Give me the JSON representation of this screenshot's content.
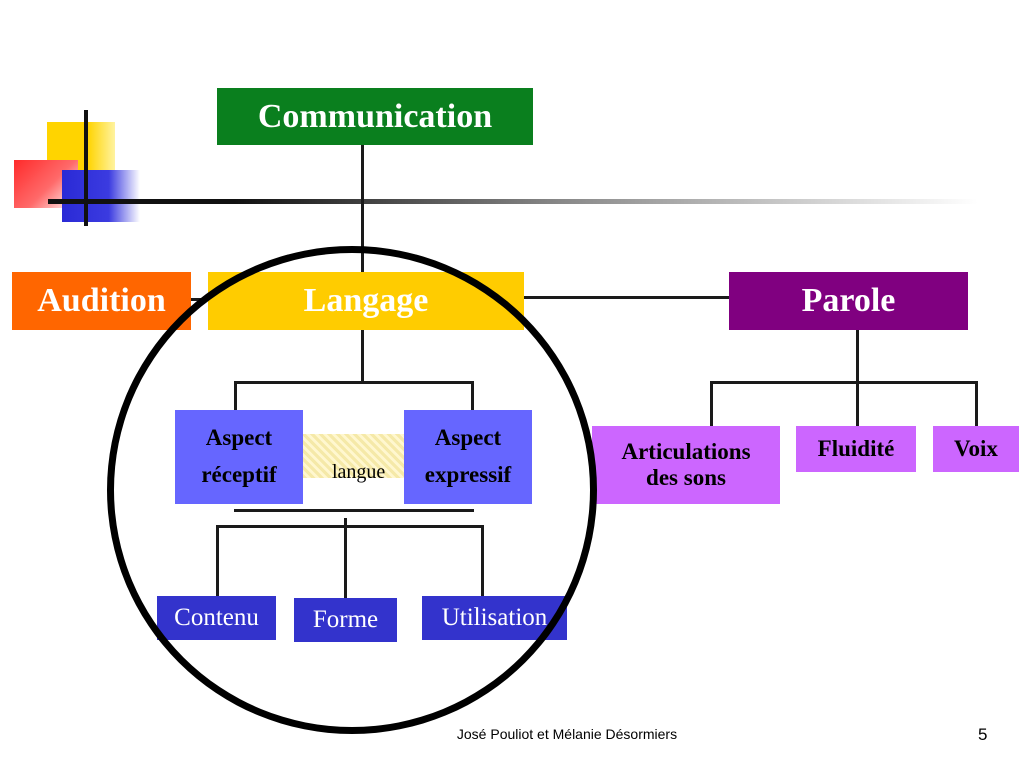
{
  "diagram": {
    "root": "Communication",
    "level1": {
      "audition": "Audition",
      "langage": "Langage",
      "parole": "Parole"
    },
    "langage_children": {
      "receptif_line1": "Aspect",
      "receptif_line2": "réceptif",
      "expressif_line1": "Aspect",
      "expressif_line2": "expressif",
      "langue": "langue"
    },
    "langue_children": [
      "Contenu",
      "Forme",
      "Utilisation"
    ],
    "parole_children": {
      "articulations_line1": "Articulations",
      "articulations_line2": "des sons",
      "fluidite": "Fluidité",
      "voix": "Voix"
    }
  },
  "footer": {
    "authors": "José Pouliot et Mélanie Désormiers",
    "slide_number": "5"
  },
  "colors": {
    "communication": "#0a7f1e",
    "audition": "#ff6600",
    "langage": "#ffcc00",
    "parole": "#800080",
    "aspect": "#6666ff",
    "langue_children": "#3333cc",
    "parole_children": "#cc66ff"
  }
}
